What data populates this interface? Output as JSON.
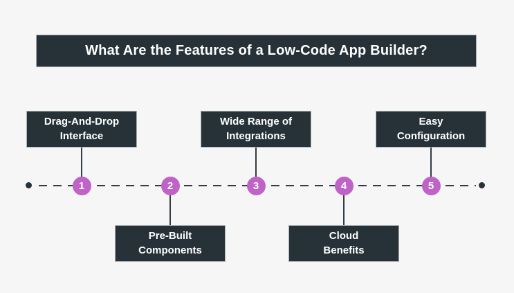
{
  "title": "What Are the Features of a Low-Code App Builder?",
  "colors": {
    "background": "#f6f6f6",
    "panel": "#263238",
    "panel_text": "#ffffff",
    "accent": "#bf63c6",
    "line": "#323d45"
  },
  "timeline": {
    "items": [
      {
        "number": "1",
        "label": "Drag-And-Drop Interface",
        "label_lines": [
          "Drag-And-Drop",
          "Interface"
        ],
        "position": "above"
      },
      {
        "number": "2",
        "label": "Pre-Built Components",
        "label_lines": [
          "Pre-Built",
          "Components"
        ],
        "position": "below"
      },
      {
        "number": "3",
        "label": "Wide Range of Integrations",
        "label_lines": [
          "Wide Range of",
          "Integrations"
        ],
        "position": "above"
      },
      {
        "number": "4",
        "label": "Cloud Benefits",
        "label_lines": [
          "Cloud",
          "Benefits"
        ],
        "position": "below"
      },
      {
        "number": "5",
        "label": "Easy Configuration",
        "label_lines": [
          "Easy",
          "Configuration"
        ],
        "position": "above"
      }
    ]
  }
}
